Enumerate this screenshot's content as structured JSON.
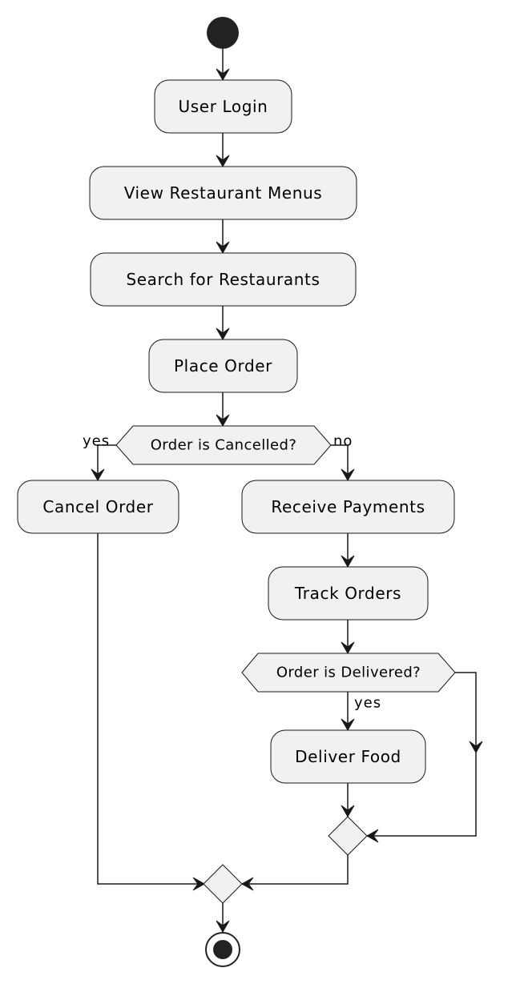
{
  "activities": {
    "user_login": "User Login",
    "view_menus": "View Restaurant Menus",
    "search_restaurants": "Search for Restaurants",
    "place_order": "Place Order",
    "cancel_order": "Cancel Order",
    "receive_payments": "Receive Payments",
    "track_orders": "Track Orders",
    "deliver_food": "Deliver Food"
  },
  "decisions": {
    "order_cancelled": {
      "question": "Order is Cancelled?",
      "yes_label": "yes",
      "no_label": "no"
    },
    "order_delivered": {
      "question": "Order is Delivered?",
      "yes_label": "yes"
    }
  },
  "colors": {
    "node_fill": "#f1f1f1",
    "stroke": "#181818",
    "start_end_fill": "#222222"
  }
}
